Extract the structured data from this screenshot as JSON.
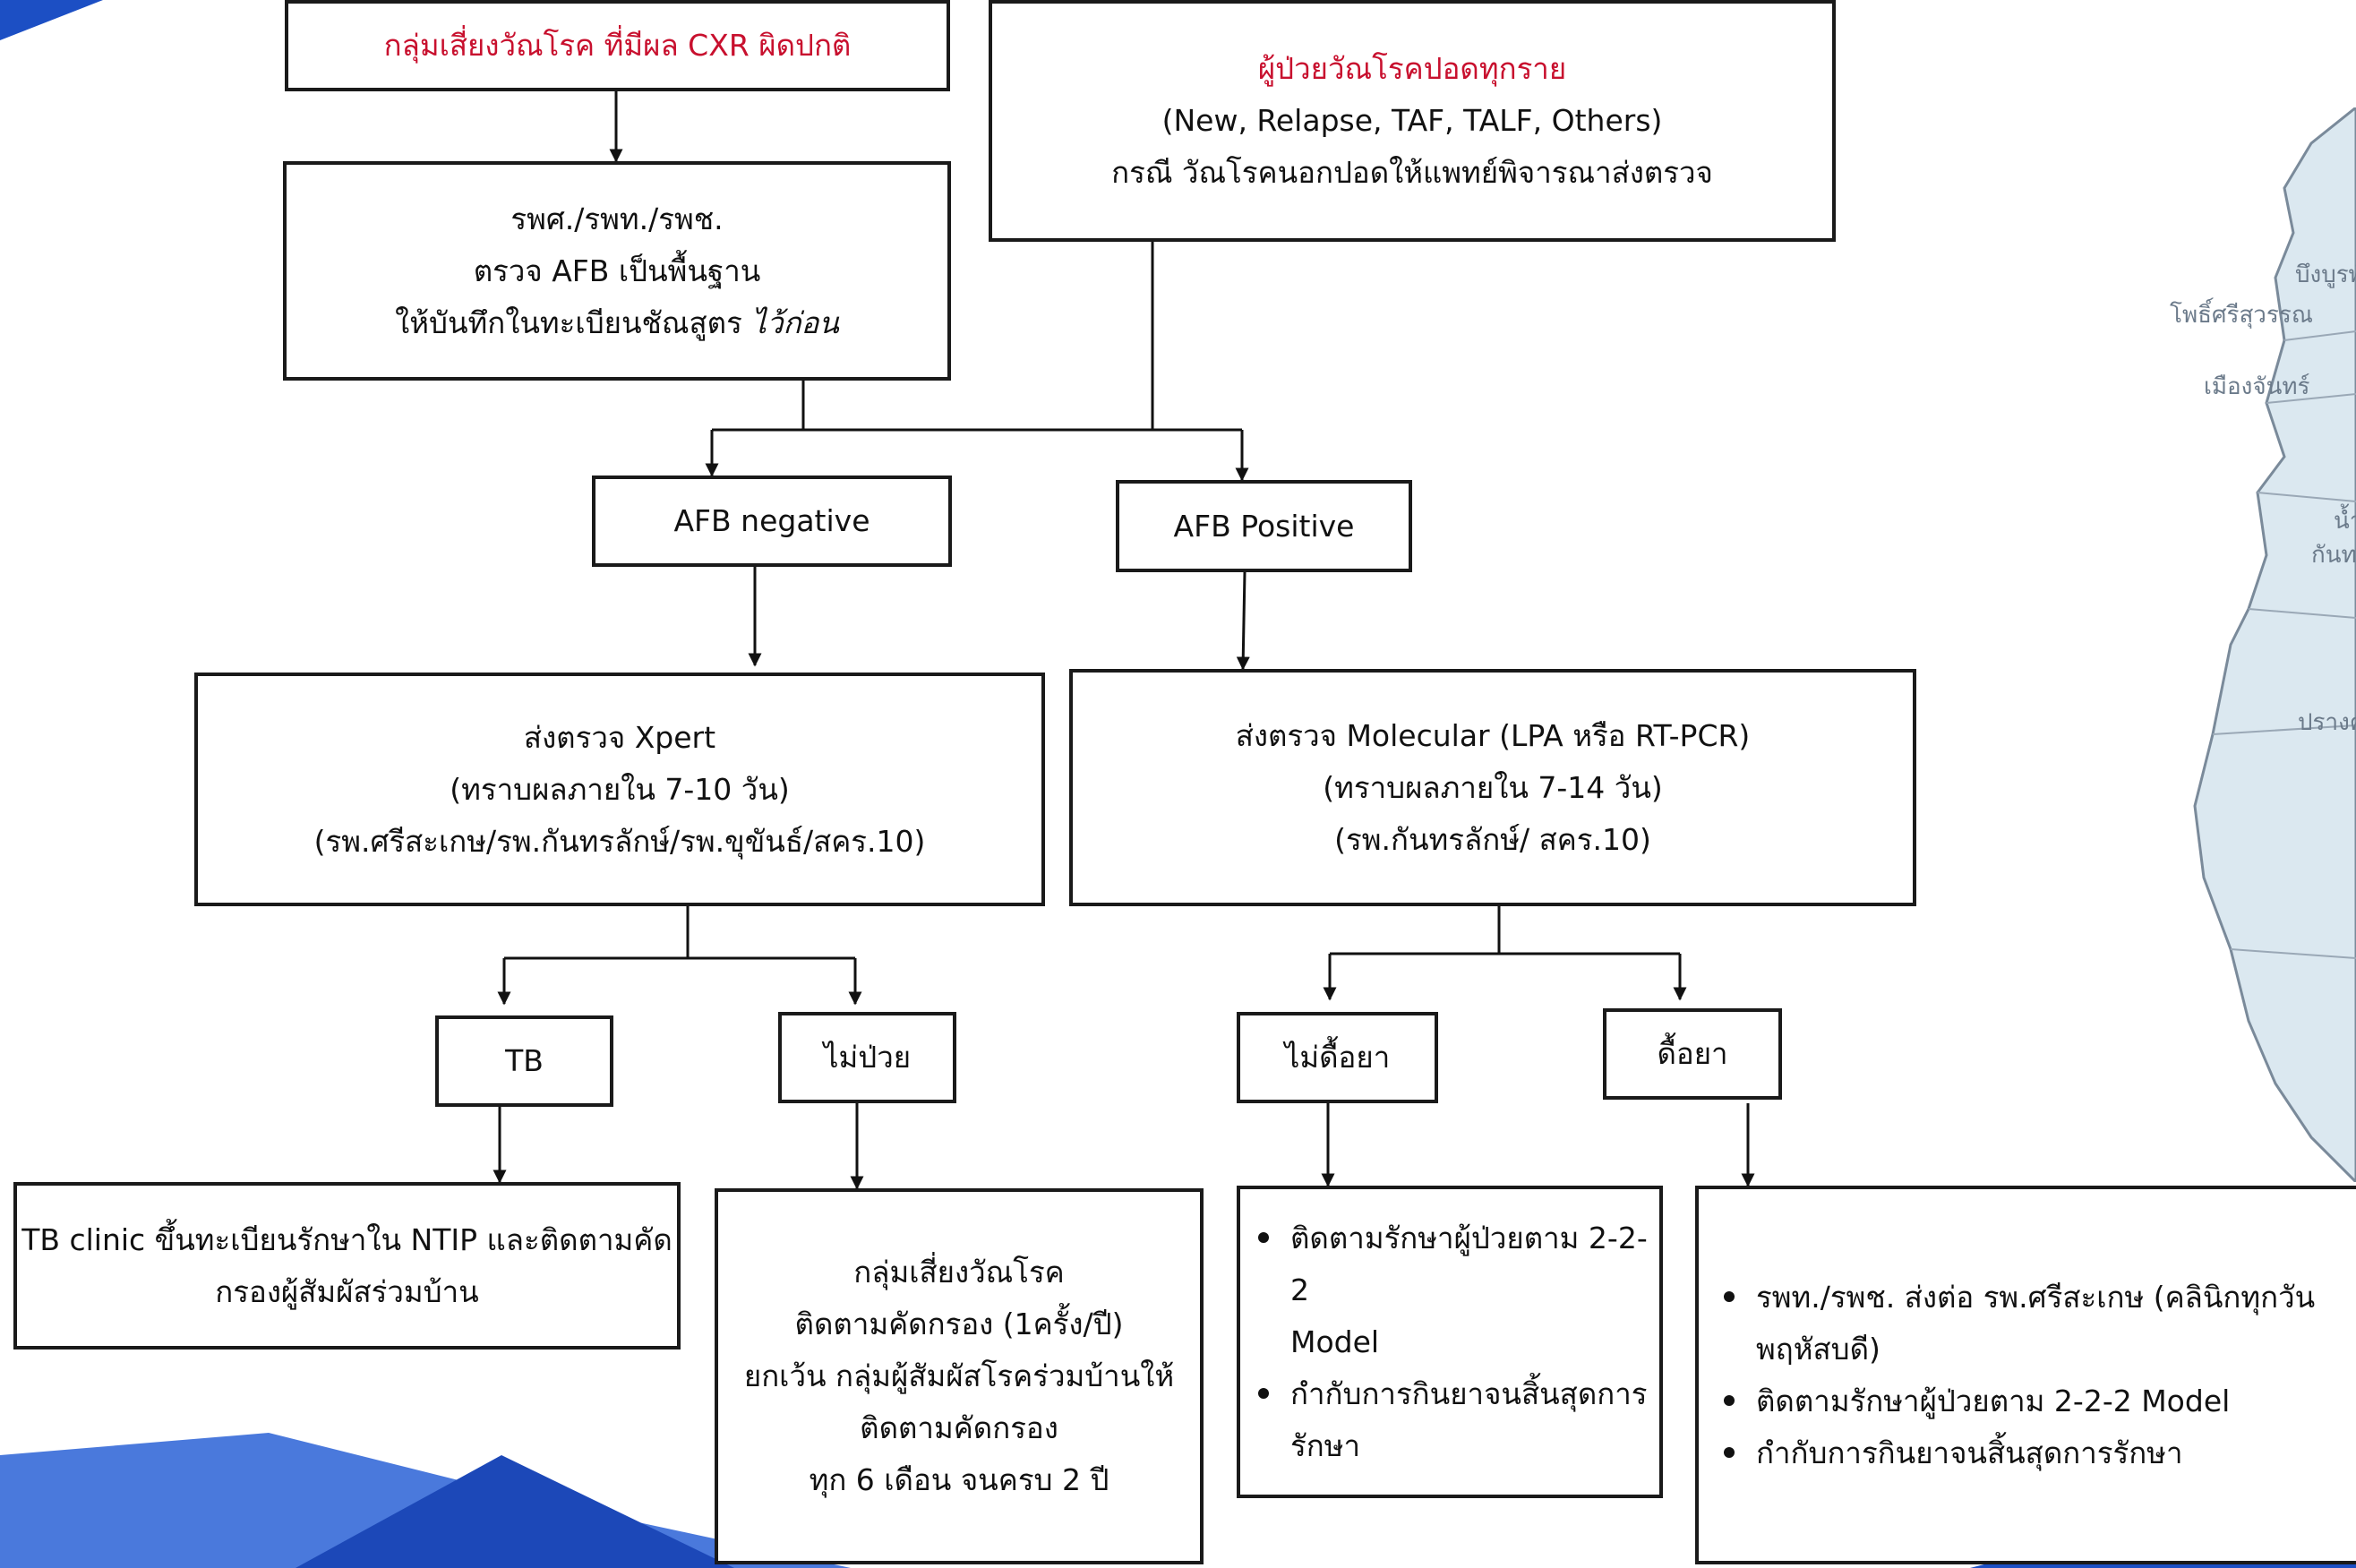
{
  "boxes": {
    "risk_group": "กลุ่มเสี่ยงวัณโรค ที่มีผล CXR ผิดปกติ",
    "all_pulmonary": {
      "title": "ผู้ป่วยวัณโรคปอดทุกราย",
      "line2": "(New, Relapse, TAF, TALF, Others)",
      "line3": "กรณี วัณโรคนอกปอดให้แพทย์พิจารณาส่งตรวจ"
    },
    "hospital_afb": {
      "line1": "รพศ./รพท./รพช.",
      "line2": "ตรวจ AFB เป็นพื้นฐาน",
      "line3_normal": "ให้บันทึกในทะเบียนชัณสูตร ",
      "line3_italic": "ไว้ก่อน"
    },
    "afb_negative": "AFB negative",
    "afb_positive": "AFB Positive",
    "xpert": {
      "line1": "ส่งตรวจ Xpert",
      "line2": "(ทราบผลภายใน 7-10 วัน)",
      "line3": "(รพ.ศรีสะเกษ/รพ.กันทรลักษ์/รพ.ขุขันธ์/สคร.10)"
    },
    "molecular": {
      "line1": "ส่งตรวจ Molecular (LPA หรือ RT-PCR)",
      "line2": "(ทราบผลภายใน 7-14 วัน)",
      "line3": "(รพ.กันทรลักษ์/ สคร.10)"
    },
    "tb": "TB",
    "not_sick": "ไม่ป่วย",
    "not_resistant": "ไม่ดื้อยา",
    "resistant": "ดื้อยา",
    "tb_clinic": {
      "line1": "TB clinic ขึ้นทะเบียนรักษาใน NTIP และติดตามคัด",
      "line2": "กรองผู้สัมผัสร่วมบ้าน"
    },
    "risk_followup": {
      "line1": "กลุ่มเสี่ยงวัณโรค",
      "line2": "ติดตามคัดกรอง (1ครั้ง/ปี)",
      "line3": "ยกเว้น กลุ่มผู้สัมผัสโรคร่วมบ้านให้",
      "line4": "ติดตามคัดกรอง",
      "line5": "ทุก 6 เดือน จนครบ 2 ปี"
    },
    "not_resistant_care": {
      "bullet1_a": "ติดตามรักษาผู้ป่วยตาม 2-2-2",
      "bullet1_b": "Model",
      "bullet2_a": "กำกับการกินยาจนสิ้นสุดการ",
      "bullet2_b": "รักษา"
    },
    "resistant_care": {
      "bullet1_a": "รพท./รพช. ส่งต่อ รพ.ศรีสะเกษ (คลินิกทุกวัน",
      "bullet1_b": "พฤหัสบดี)",
      "bullet2": "ติดตามรักษาผู้ป่วยตาม 2-2-2 Model",
      "bullet3": "กำกับการกินยาจนสิ้นสุดการรักษา"
    }
  },
  "map_labels": [
    "บึงบูรพ์",
    "โพธิ์ศรีสุวรรณ",
    "เมืองจันทร์",
    "น้ำเกลี้ยง",
    "กันทรลักษ์",
    "ปรางค์กู่"
  ],
  "colors": {
    "accent_red": "#c8102e",
    "border": "#1a1a1a",
    "deco_blue": "#1c4fc4",
    "map_fill": "#dbe8f0"
  }
}
